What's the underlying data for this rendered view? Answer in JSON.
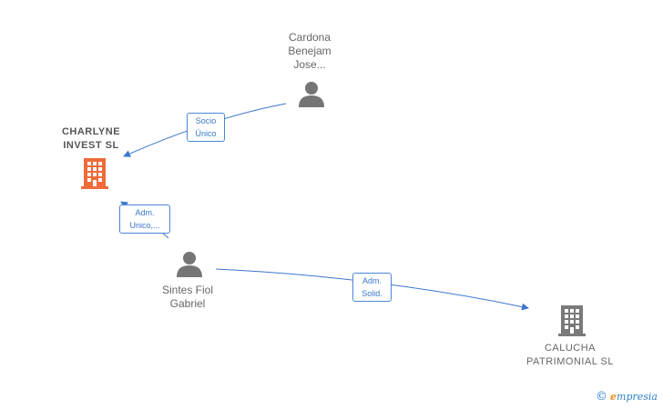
{
  "nodes": {
    "cardona": {
      "label_lines": [
        "Cardona",
        "Benejam",
        "Jose..."
      ],
      "type": "person"
    },
    "charlyne": {
      "label_lines": [
        "CHARLYNE",
        "INVEST SL"
      ],
      "type": "company",
      "color": "#f06a3a"
    },
    "sintes": {
      "label_lines": [
        "Sintes Fiol",
        "Gabriel"
      ],
      "type": "person"
    },
    "calucha": {
      "label_lines": [
        "CALUCHA",
        "PATRIMONIAL SL"
      ],
      "type": "company",
      "color": "#7a7a7a"
    }
  },
  "edges": {
    "cardona_charlyne": {
      "label_lines": [
        "Socio",
        "Único"
      ]
    },
    "sintes_charlyne": {
      "label_lines": [
        "Adm.",
        "Unico,..."
      ]
    },
    "sintes_calucha": {
      "label_lines": [
        "Adm.",
        "Solid."
      ]
    }
  },
  "colors": {
    "edge": "#3a77cc",
    "person": "#757575"
  },
  "brand": {
    "copyright": "©",
    "name_initial": "e",
    "name_rest": "mpresia"
  }
}
